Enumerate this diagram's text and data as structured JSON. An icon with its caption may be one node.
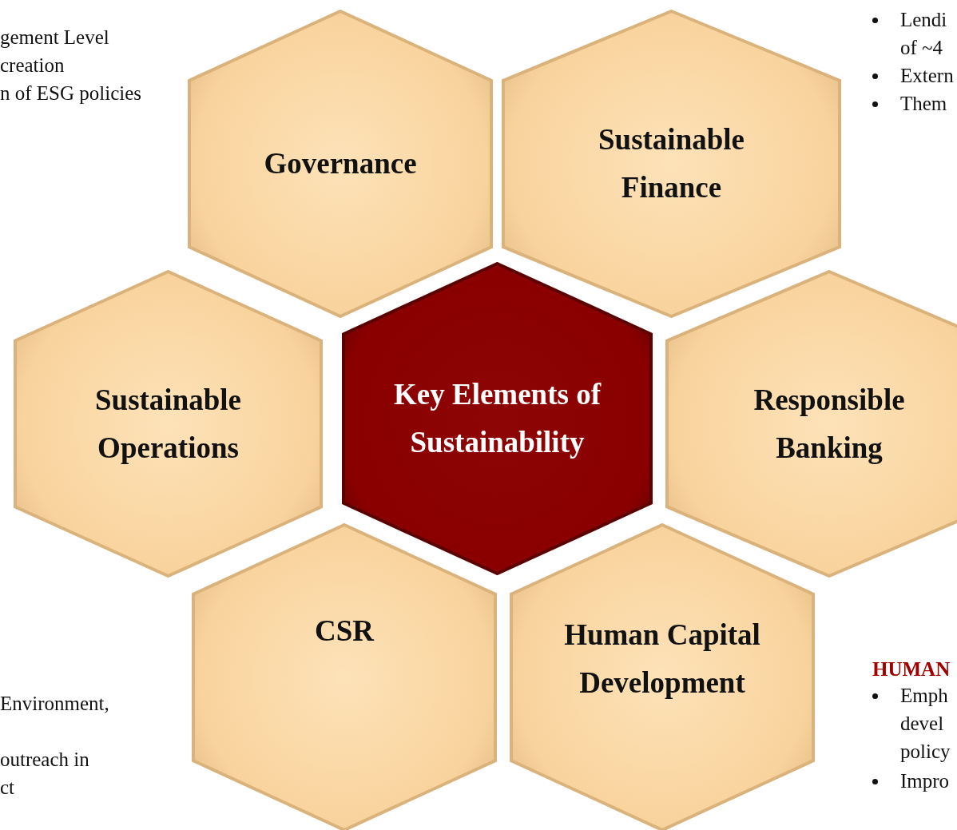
{
  "diagram": {
    "nodes": [
      {
        "text": [
          "Governance"
        ]
      },
      {
        "text": [
          "Sustainable Finance"
        ]
      },
      {
        "text": [
          "Sustainable Operations"
        ]
      },
      {
        "text": [
          "Key Elements of Sustainability"
        ]
      },
      {
        "text": [
          "Responsible Banking"
        ]
      },
      {
        "text": [
          "CSR"
        ]
      },
      {
        "text": [
          "Human Capital Development"
        ]
      }
    ],
    "edges": [],
    "labels": [
      "gement Level",
      "creation",
      "n of ESG policies",
      "Lendi",
      "of ~4",
      "Extern",
      "Them",
      "Environment,",
      "outreach in",
      "ct",
      "HUMAN",
      "Emph",
      "devel",
      "policy",
      "Impro"
    ]
  }
}
